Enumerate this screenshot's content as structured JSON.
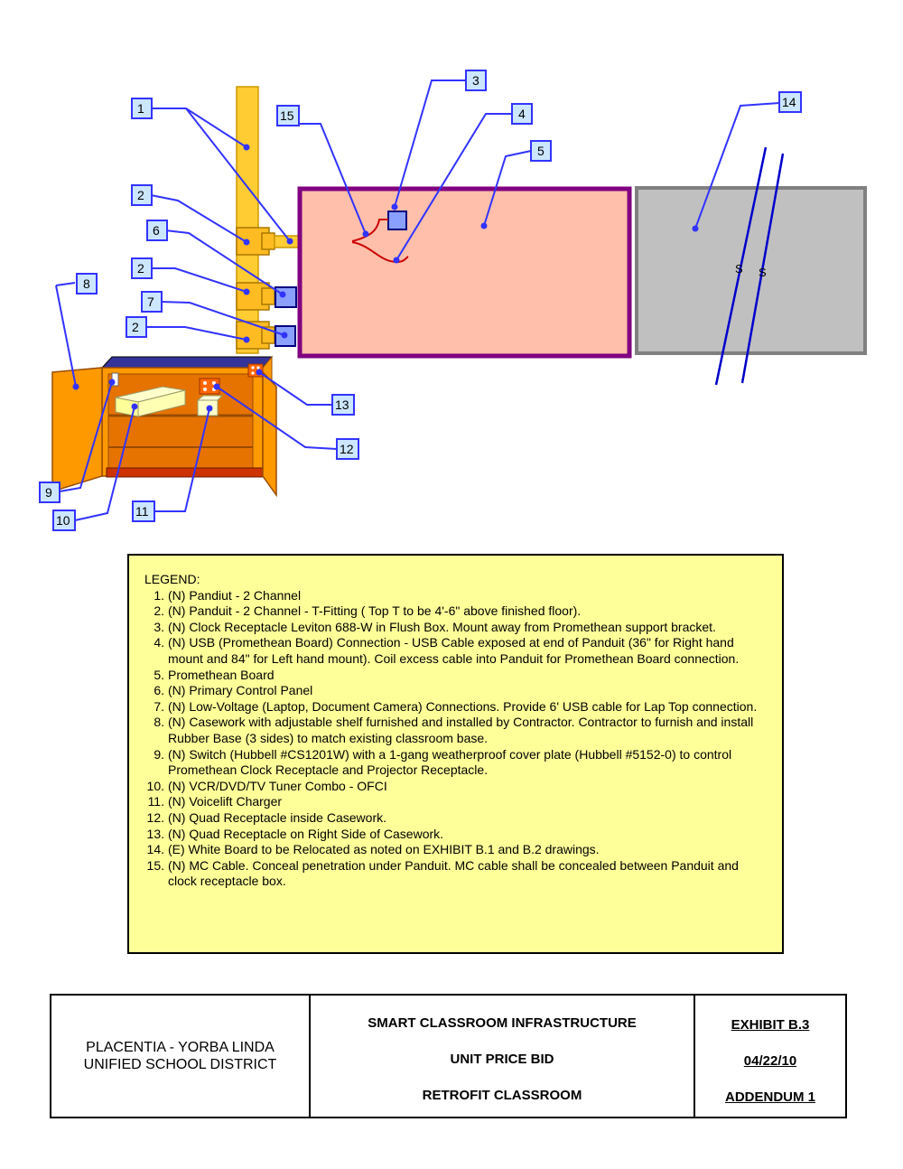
{
  "callouts": {
    "c1": "1",
    "c15": "15",
    "c3": "3",
    "c4": "4",
    "c5": "5",
    "c14": "14",
    "c2a": "2",
    "c6": "6",
    "c2b": "2",
    "c8": "8",
    "c7": "7",
    "c2c": "2",
    "c13": "13",
    "c12": "12",
    "c9": "9",
    "c10": "10",
    "c11": "11"
  },
  "board_marks": {
    "s1": "S",
    "s2": "S"
  },
  "legend": {
    "title": "LEGEND:",
    "items": [
      {
        "num": "1.",
        "text": "(N) Pandiut - 2 Channel"
      },
      {
        "num": "2.",
        "text": "(N) Panduit - 2 Channel - T-Fitting ( Top T to be 4'-6\" above finished floor)."
      },
      {
        "num": "3.",
        "text": "(N) Clock Receptacle Leviton 688-W in Flush Box. Mount away from Promethean support bracket."
      },
      {
        "num": "4.",
        "text": "(N) USB (Promethean Board) Connection - USB Cable exposed at end of Panduit (36\" for Right hand mount and 84\" for Left hand mount). Coil excess cable into Panduit for Promethean Board connection."
      },
      {
        "num": "5.",
        "text": "Promethean Board"
      },
      {
        "num": "6.",
        "text": "(N) Primary Control Panel"
      },
      {
        "num": "7.",
        "text": "(N) Low-Voltage (Laptop, Document Camera) Connections. Provide 6' USB cable for Lap Top connection."
      },
      {
        "num": "8.",
        "text": "(N) Casework with adjustable shelf furnished and installed by Contractor. Contractor to furnish and install Rubber Base (3 sides) to match existing classroom base."
      },
      {
        "num": "9.",
        "text": "(N) Switch (Hubbell #CS1201W) with a 1-gang weatherproof cover plate (Hubbell #5152-0) to control Promethean Clock Receptacle and Projector Receptacle."
      },
      {
        "num": "10.",
        "text": "(N) VCR/DVD/TV Tuner Combo - OFCI"
      },
      {
        "num": "11.",
        "text": "(N) Voicelift Charger"
      },
      {
        "num": "12.",
        "text": "(N) Quad Receptacle inside Casework."
      },
      {
        "num": "13.",
        "text": "(N) Quad Receptacle on Right Side of Casework."
      },
      {
        "num": "14.",
        "text": "(E) White Board to be Relocated as noted on EXHIBIT B.1 and B.2 drawings."
      },
      {
        "num": "15.",
        "text": "(N) MC Cable. Conceal penetration under Panduit. MC cable shall be concealed between Panduit and clock receptacle box."
      }
    ]
  },
  "title_block": {
    "district_line1": "PLACENTIA - YORBA LINDA",
    "district_line2": "UNIFIED SCHOOL DISTRICT",
    "project_line1": "SMART CLASSROOM INFRASTRUCTURE",
    "project_line2": "UNIT PRICE BID",
    "project_line3": "RETROFIT CLASSROOM",
    "exhibit": "EXHIBIT  B.3",
    "date": "04/22/10",
    "addendum": "ADDENDUM 1"
  },
  "colors": {
    "panduit": "#ffcc33",
    "promethean_board": "#ffbfaa",
    "board_frame": "#800080",
    "white_board": "#c0c0c0",
    "casework": "#ff9900",
    "callout_box": "#cce6ff",
    "leader_line": "#3333ff",
    "legend_bg": "#ffff99"
  }
}
